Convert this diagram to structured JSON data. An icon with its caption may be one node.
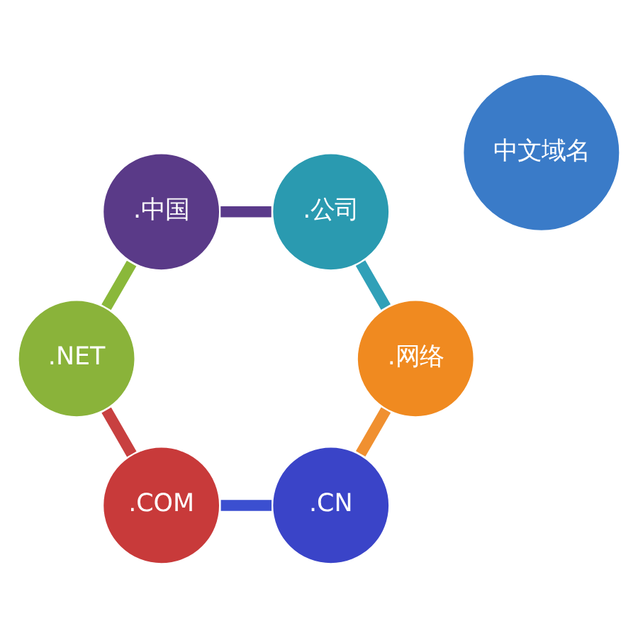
{
  "diagram": {
    "nodes": [
      {
        "text": [
          "中文域名"
        ]
      },
      {
        "text": [
          ".CN"
        ]
      },
      {
        "text": [
          ".COM"
        ]
      },
      {
        "text": [
          ".NET"
        ]
      },
      {
        "text": [
          ".中国"
        ]
      },
      {
        "text": [
          ".公司"
        ]
      },
      {
        "text": [
          ".网络"
        ]
      }
    ],
    "edges": [
      {
        "from": 1,
        "to": 2,
        "arrow": "none",
        "color": "#3b4fd0"
      },
      {
        "from": 2,
        "to": 3,
        "arrow": "none",
        "color": "#c84040"
      },
      {
        "from": 3,
        "to": 4,
        "arrow": "none",
        "color": "#8ab83a"
      },
      {
        "from": 4,
        "to": 5,
        "arrow": "none",
        "color": "#5a3a8a"
      },
      {
        "from": 5,
        "to": 6,
        "arrow": "none",
        "color": "#30a0b8"
      },
      {
        "from": 6,
        "to": 1,
        "arrow": "none",
        "color": "#f09030"
      }
    ]
  }
}
